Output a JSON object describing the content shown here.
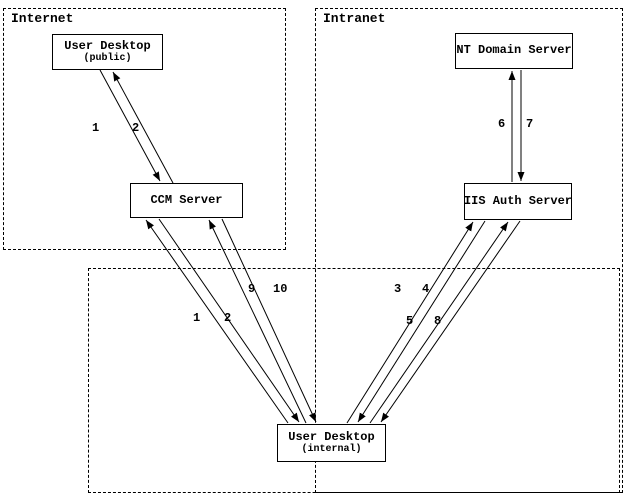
{
  "diagram": {
    "type": "network-authentication-flow",
    "zones": [
      {
        "id": "internet",
        "label": "Internet"
      },
      {
        "id": "intranet",
        "label": "Intranet"
      },
      {
        "id": "internal-network",
        "label": ""
      }
    ],
    "nodes": [
      {
        "id": "user-desktop-public",
        "label": "User Desktop",
        "sublabel": "(public)",
        "zone": "internet"
      },
      {
        "id": "ccm-server",
        "label": "CCM Server",
        "sublabel": "",
        "zone": "internet"
      },
      {
        "id": "nt-domain-server",
        "label": "NT Domain Server",
        "sublabel": "",
        "zone": "intranet"
      },
      {
        "id": "iis-auth-server",
        "label": "IIS Auth Server",
        "sublabel": "",
        "zone": "intranet"
      },
      {
        "id": "user-desktop-internal",
        "label": "User Desktop",
        "sublabel": "(internal)",
        "zone": "internal-network"
      }
    ],
    "flows": [
      {
        "label": "1",
        "from": "user-desktop-public",
        "to": "ccm-server"
      },
      {
        "label": "2",
        "from": "ccm-server",
        "to": "user-desktop-public"
      },
      {
        "label": "6",
        "from": "iis-auth-server",
        "to": "nt-domain-server"
      },
      {
        "label": "7",
        "from": "nt-domain-server",
        "to": "iis-auth-server"
      },
      {
        "label": "9",
        "from": "user-desktop-internal",
        "to": "ccm-server"
      },
      {
        "label": "10",
        "from": "ccm-server",
        "to": "user-desktop-internal"
      },
      {
        "label": "1",
        "from": "user-desktop-internal",
        "to": "ccm-server"
      },
      {
        "label": "2",
        "from": "ccm-server",
        "to": "user-desktop-internal"
      },
      {
        "label": "3",
        "from": "user-desktop-internal",
        "to": "iis-auth-server"
      },
      {
        "label": "4",
        "from": "iis-auth-server",
        "to": "user-desktop-internal"
      },
      {
        "label": "5",
        "from": "user-desktop-internal",
        "to": "iis-auth-server"
      },
      {
        "label": "8",
        "from": "iis-auth-server",
        "to": "user-desktop-internal"
      }
    ],
    "colors": {
      "line": "#000000",
      "background": "#ffffff"
    }
  }
}
